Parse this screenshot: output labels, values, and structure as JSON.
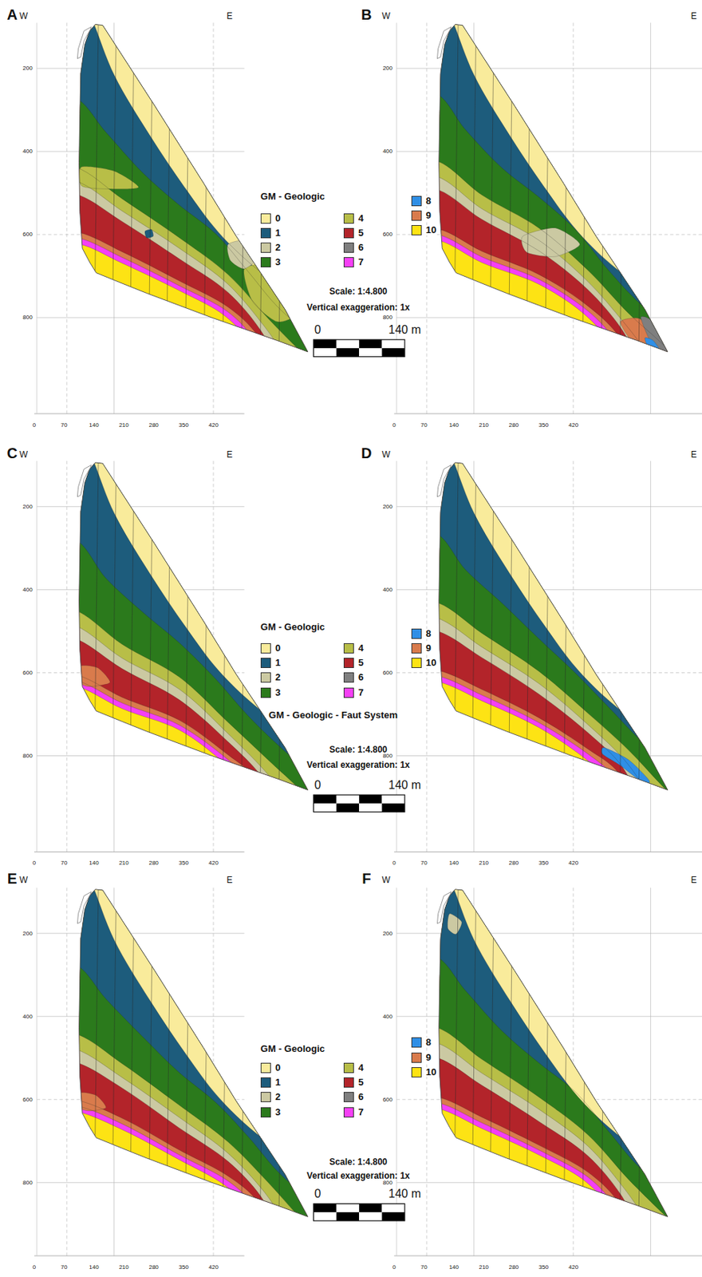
{
  "diagram": {
    "labels": [
      "A",
      "W",
      "E",
      "200",
      "400",
      "600",
      "800",
      "0",
      "70",
      "140",
      "210",
      "280",
      "350",
      "420",
      "B",
      "W",
      "E",
      "200",
      "400",
      "600",
      "800",
      "0",
      "70",
      "140",
      "210",
      "280",
      "350",
      "420",
      "C",
      "W",
      "E",
      "200",
      "400",
      "600",
      "800",
      "0",
      "70",
      "140",
      "210",
      "280",
      "350",
      "420",
      "D",
      "W",
      "E",
      "200",
      "400",
      "600",
      "800",
      "0",
      "70",
      "140",
      "210",
      "280",
      "350",
      "420",
      "E",
      "W",
      "E",
      "200",
      "400",
      "600",
      "800",
      "0",
      "70",
      "140",
      "210",
      "280",
      "350",
      "420",
      "F",
      "W",
      "E",
      "200",
      "400",
      "600",
      "800",
      "0",
      "70",
      "140",
      "210",
      "280",
      "350",
      "420",
      "GM - Geologic",
      "Scale: 1:4.800",
      "Vertical exaggeration: 1x",
      "0",
      "140 m",
      "GM - Geologic",
      "GM - Geologic - Faut System",
      "Scale: 1:4.800",
      "Vertical exaggeration: 1x",
      "0",
      "140 m",
      "GM - Geologic",
      "Scale: 1:4.800",
      "Vertical exaggeration: 1x",
      "0",
      "140 m"
    ],
    "legend": [
      {
        "text": "0",
        "color": "#f9eb9b"
      },
      {
        "text": "1",
        "color": "#1d5c7c"
      },
      {
        "text": "2",
        "color": "#cbc9a2"
      },
      {
        "text": "3",
        "color": "#2b7a1c"
      },
      {
        "text": "4",
        "color": "#b8be47"
      },
      {
        "text": "5",
        "color": "#b3242a"
      },
      {
        "text": "6",
        "color": "#7f7f7f"
      },
      {
        "text": "7",
        "color": "#f53ff5"
      },
      {
        "text": "8",
        "color": "#2f8fe6"
      },
      {
        "text": "9",
        "color": "#d97b4c"
      },
      {
        "text": "10",
        "color": "#fde314"
      },
      {
        "text": "0",
        "color": "#f9eb9b"
      },
      {
        "text": "1",
        "color": "#1d5c7c"
      },
      {
        "text": "2",
        "color": "#cbc9a2"
      },
      {
        "text": "3",
        "color": "#2b7a1c"
      },
      {
        "text": "4",
        "color": "#b8be47"
      },
      {
        "text": "5",
        "color": "#b3242a"
      },
      {
        "text": "6",
        "color": "#7f7f7f"
      },
      {
        "text": "7",
        "color": "#f53ff5"
      },
      {
        "text": "8",
        "color": "#2f8fe6"
      },
      {
        "text": "9",
        "color": "#d97b4c"
      },
      {
        "text": "10",
        "color": "#fde314"
      },
      {
        "text": "0",
        "color": "#f9eb9b"
      },
      {
        "text": "1",
        "color": "#1d5c7c"
      },
      {
        "text": "2",
        "color": "#cbc9a2"
      },
      {
        "text": "3",
        "color": "#2b7a1c"
      },
      {
        "text": "4",
        "color": "#b8be47"
      },
      {
        "text": "5",
        "color": "#b3242a"
      },
      {
        "text": "6",
        "color": "#7f7f7f"
      },
      {
        "text": "7",
        "color": "#f53ff5"
      },
      {
        "text": "8",
        "color": "#2f8fe6"
      },
      {
        "text": "9",
        "color": "#d97b4c"
      },
      {
        "text": "10",
        "color": "#fde314"
      }
    ]
  }
}
